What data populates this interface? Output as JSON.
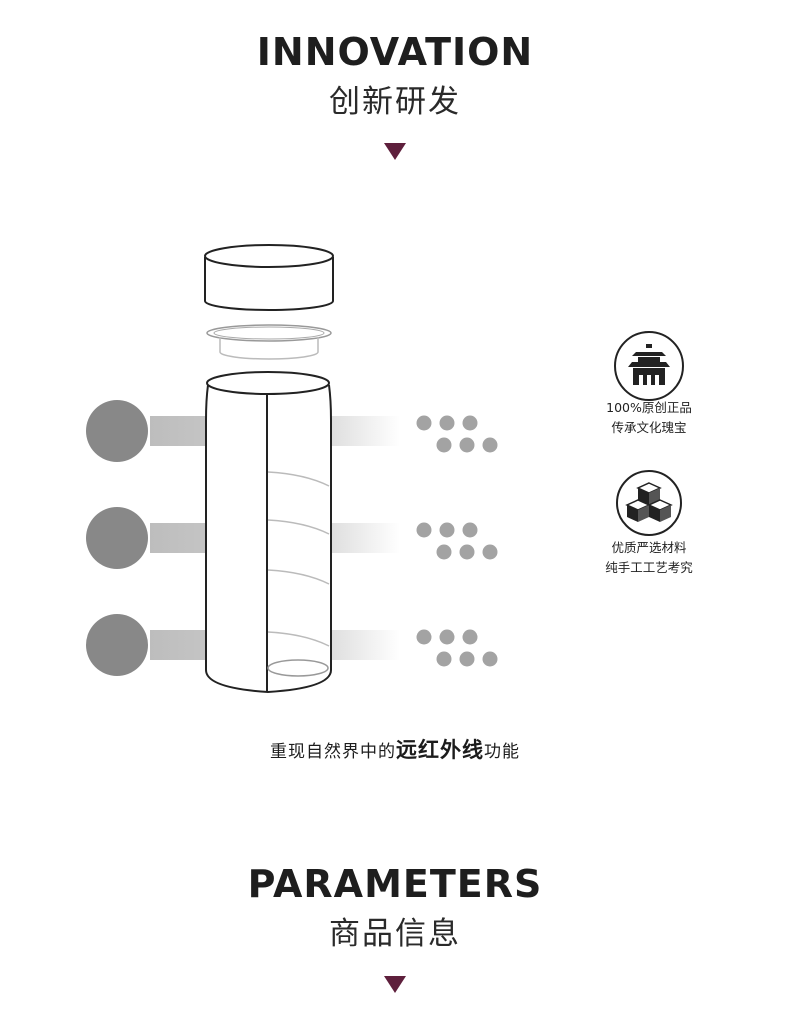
{
  "innovation": {
    "title": "INNOVATION",
    "subtitle": "创新研发"
  },
  "features": [
    {
      "icon": "pagoda-icon",
      "line1": "100%原创正品",
      "line2": "传承文化瑰宝"
    },
    {
      "icon": "cubes-icon",
      "line1": "优质严选材料",
      "line2": "纯手工工艺考究"
    }
  ],
  "caption": {
    "prefix": "重现自然界中的",
    "highlight": "远红外线",
    "suffix": "功能"
  },
  "parameters": {
    "title": "PARAMETERS",
    "subtitle": "商品信息"
  },
  "colors": {
    "accent": "#5e1f3c",
    "dot_gray": "#a3a3a3",
    "ball_gray": "#888888"
  }
}
